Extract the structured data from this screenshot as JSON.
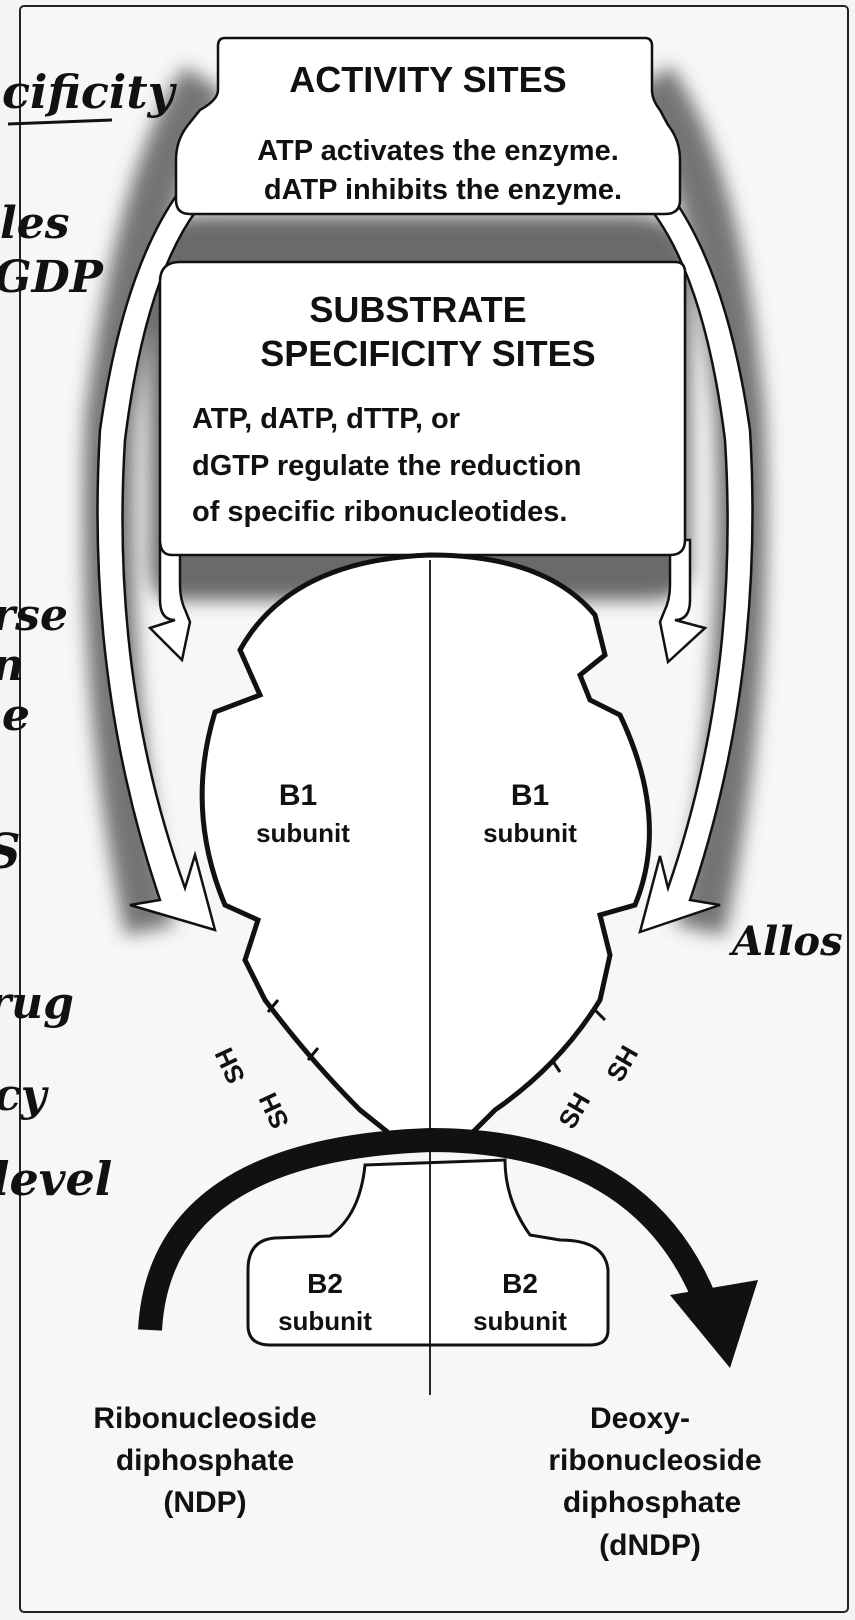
{
  "activity_sites": {
    "title": "ACTIVITY SITES",
    "line1": "ATP activates the enzyme.",
    "line2": "dATP inhibits the enzyme."
  },
  "substrate_sites": {
    "title_line1": "SUBSTRATE",
    "title_line2": "SPECIFICITY SITES",
    "line1": "ATP, dATP, dTTP, or",
    "line2": "dGTP regulate the reduction",
    "line3": "of specific ribonucleotides."
  },
  "b1_left": {
    "name": "B1",
    "word": "subunit"
  },
  "b1_right": {
    "name": "B1",
    "word": "subunit"
  },
  "b2_left": {
    "name": "B2",
    "word": "subunit"
  },
  "b2_right": {
    "name": "B2",
    "word": "subunit"
  },
  "sulfhydryl": "SH",
  "substrate_label": {
    "line1": "Ribonucleoside",
    "line2": "diphosphate",
    "line3": "(NDP)"
  },
  "product_label": {
    "line1": "Deoxy-",
    "line2": "ribonucleoside",
    "line3": "diphosphate",
    "line4": "(dNDP)"
  },
  "handwritten": {
    "specificity": "cificity",
    "les": "les",
    "gdp": "GDP",
    "rse": "rse",
    "n": "n",
    "e": "e",
    "s": "S",
    "rug": "rug",
    "cy": "cy",
    "level": "level",
    "allos": "Allos"
  }
}
